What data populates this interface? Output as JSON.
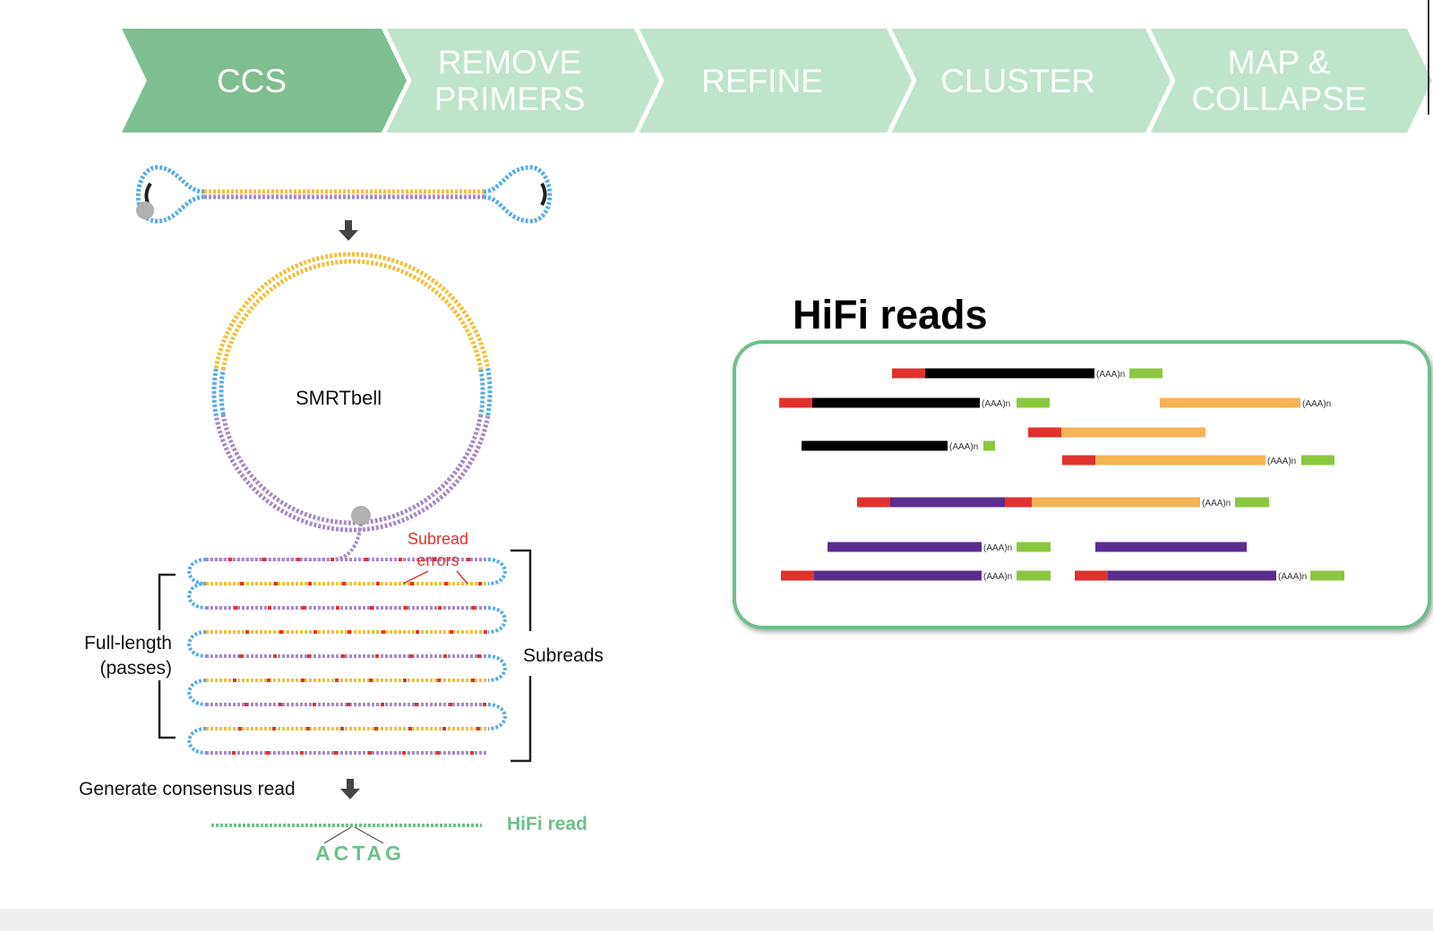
{
  "pipeline": {
    "steps": [
      {
        "label": "CCS",
        "active": true
      },
      {
        "label": "REMOVE\nPRIMERS",
        "active": false
      },
      {
        "label": "REFINE",
        "active": false
      },
      {
        "label": "CLUSTER",
        "active": false
      },
      {
        "label": "MAP &\nCOLLAPSE",
        "active": false
      }
    ],
    "colors": {
      "active": "#7dbf91",
      "inactive": "#bfe3cb",
      "separator": "#ffffff"
    }
  },
  "ccs_diagram": {
    "smrtbell_label": "SMRTbell",
    "subread_errors_label": "Subread\nerrors",
    "full_length_label": "Full-length\n(passes)",
    "subreads_label": "Subreads",
    "generate_label": "Generate consensus read",
    "hifi_read_label": "HiFi read",
    "sequence_label": "ACTAG",
    "colors": {
      "adapter": "#5aaee0",
      "insert_top": "#f2c03a",
      "insert_bottom": "#a88bc6",
      "error": "#e0322d",
      "hifi": "#6fbf8b",
      "arrow": "#444444",
      "polymerase": "#b0b0b0"
    }
  },
  "hifi_panel": {
    "title": "HiFi reads",
    "polya_label": "(AAA)n",
    "colors": {
      "primer5": "#e0322d",
      "primer3": "#8cc63f",
      "black": "#000000",
      "orange": "#f5b355",
      "purple": "#5b2d8e",
      "border": "#6fbf8b"
    }
  }
}
